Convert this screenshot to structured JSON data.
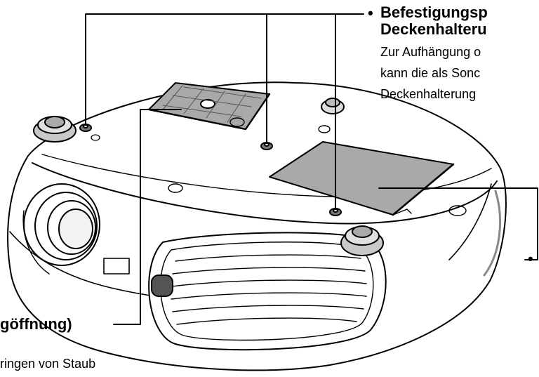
{
  "labels": {
    "mount_title_1": "Befestigungsp",
    "mount_title_2": "Deckenhalteru",
    "mount_desc_1": "Zur Aufhängung o",
    "mount_desc_2": "kann die als Sonc",
    "mount_desc_3": "Deckenhalterung",
    "filter_title": "göffnung)",
    "filter_desc": "ringen von Staub",
    "bullet_mount": "•",
    "bullet_lamp": "•"
  },
  "colors": {
    "line": "#000000",
    "body_fill": "#ffffff",
    "panel_fill": "#a9a9a9",
    "panel_dark": "#8e8e8e",
    "shadow": "#d2d2d2"
  }
}
